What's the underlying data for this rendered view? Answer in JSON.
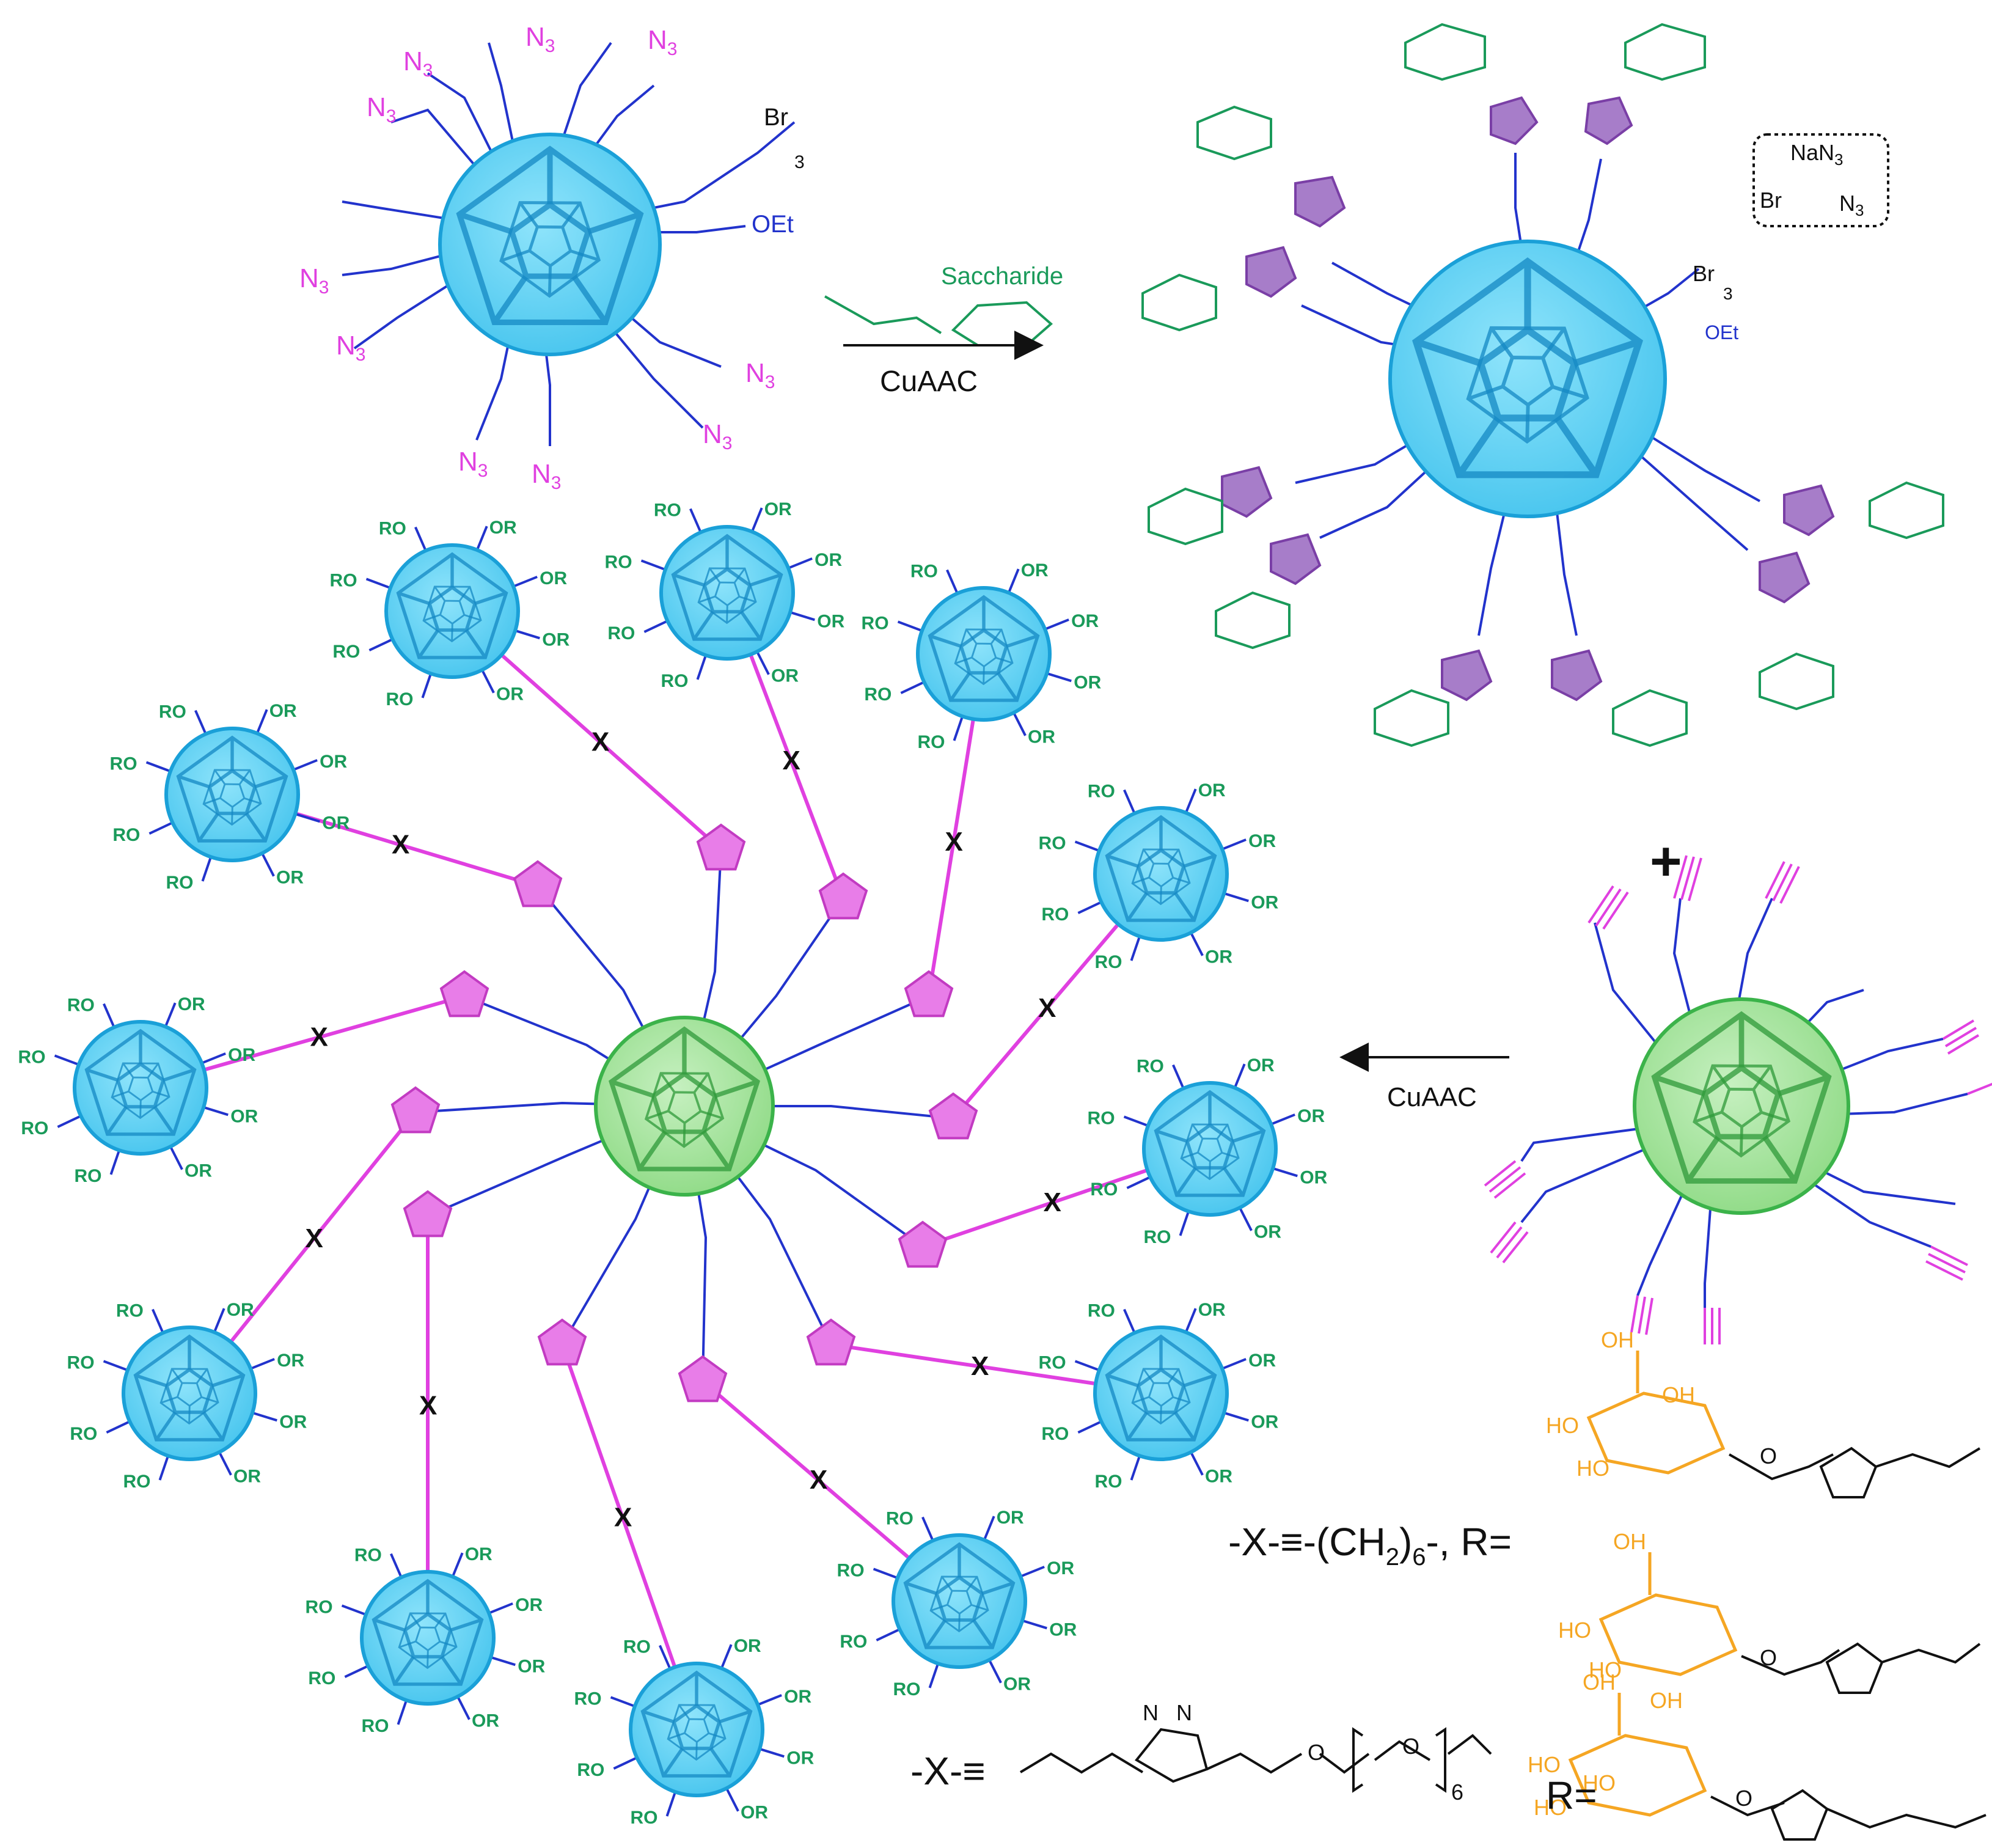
{
  "labels": {
    "azide": "N",
    "azide_sub": "3",
    "bromo": "Br",
    "bromo_sub": "3",
    "oet": "OEt",
    "saccharide": "Saccharide",
    "cuaac_top": "CuAAC",
    "cuaac_mid": "CuAAC",
    "nan3": "NaN",
    "nan3_sub": "3",
    "br_small": "Br",
    "n3_small": "N",
    "n3_small_sub": "3",
    "plus": "+",
    "ro": "RO",
    "or": "OR",
    "x_mark": "X",
    "def1_prefix": "-X-≡-(CH",
    "def1_sub": "2",
    "def1_mid": ")",
    "def1_sub2": "6",
    "def1_suffix": "-, R=",
    "def2_prefix": "-X-≡",
    "def2_sub": "6",
    "r_eq": "R=",
    "oh": "OH",
    "ho": "HO",
    "o": "O",
    "n": "N"
  },
  "colors": {
    "fullerene_blue": "#5fd3f5",
    "fullerene_green": "#a8e6a0",
    "ester_arms": "#2233cc",
    "triazole": "#e87de8",
    "azide_text": "#e040e0",
    "sugar_green": "#1a9a5a",
    "sugar_orange": "#f5a623"
  }
}
